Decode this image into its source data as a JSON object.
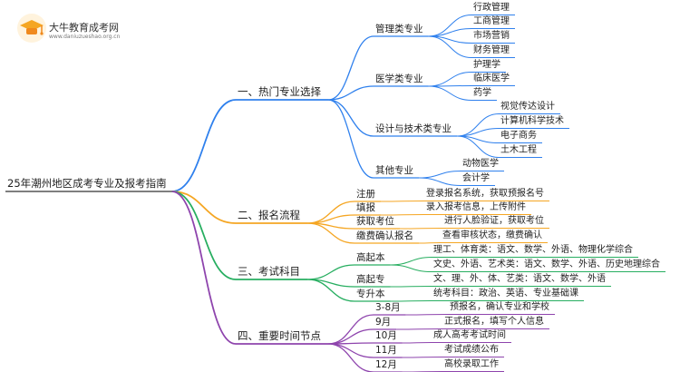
{
  "logo": {
    "title": "大牛教育成考网",
    "url": "www.daniuzueshao.org.cn"
  },
  "root": "25年潮州地区成考专业及报考指南",
  "colors": {
    "blue": "#2f80ed",
    "orange": "#f5a623",
    "green": "#27ae60",
    "purple": "#8e44ad",
    "logo_orange": "#f5a623"
  },
  "branches": [
    {
      "label": "一、热门专业选择",
      "color": "blue",
      "children": [
        {
          "label": "管理类专业",
          "children": [
            "行政管理",
            "工商管理",
            "市场营销",
            "财务管理"
          ]
        },
        {
          "label": "医学类专业",
          "children": [
            "护理学",
            "临床医学",
            "药学"
          ]
        },
        {
          "label": "设计与技术类专业",
          "children": [
            "视觉传达设计",
            "计算机科学技术",
            "电子商务",
            "土木工程"
          ]
        },
        {
          "label": "其他专业",
          "children": [
            "动物医学",
            "会计学"
          ]
        }
      ]
    },
    {
      "label": "二、报名流程",
      "color": "orange",
      "children": [
        {
          "label": "注册",
          "children": [
            "登录报名系统，获取预报名号"
          ]
        },
        {
          "label": "填报",
          "children": [
            "录入报考信息，上传附件"
          ]
        },
        {
          "label": "获取考位",
          "children": [
            "进行人脸验证，获取考位"
          ]
        },
        {
          "label": "缴费确认报名",
          "children": [
            "查看审核状态，缴费确认"
          ]
        }
      ]
    },
    {
      "label": "三、考试科目",
      "color": "green",
      "children": [
        {
          "label": "高起本",
          "children": [
            "理工、体育类：语文、数学、外语、物理化学综合",
            "文史、外语、艺术类：语文、数学、外语、历史地理综合"
          ]
        },
        {
          "label": "高起专",
          "children": [
            "文、理、外、体、艺类：语文、数学、外语"
          ]
        },
        {
          "label": "专升本",
          "children": [
            "统考科目：政治、英语、专业基础课"
          ]
        }
      ]
    },
    {
      "label": "四、重要时间节点",
      "color": "purple",
      "children": [
        {
          "label": "3-8月",
          "children": [
            "预报名，确认专业和学校"
          ]
        },
        {
          "label": "9月",
          "children": [
            "正式报名，填写个人信息"
          ]
        },
        {
          "label": "10月",
          "children": [
            "成人高考考试时间"
          ]
        },
        {
          "label": "11月",
          "children": [
            "考试成绩公布"
          ]
        },
        {
          "label": "12月",
          "children": [
            "高校录取工作"
          ]
        }
      ]
    }
  ]
}
